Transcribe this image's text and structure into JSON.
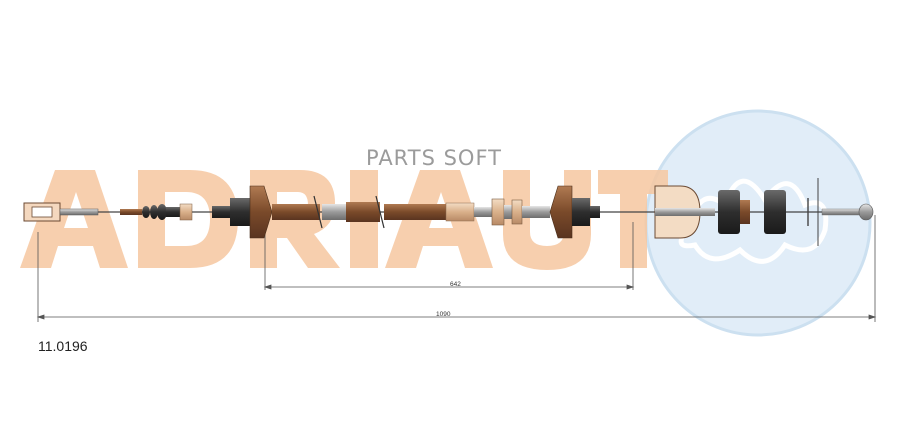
{
  "brand": {
    "logo_text": "ADRIAUTO",
    "watermark": "PARTS SOFT",
    "logo_color": "#f7c9a3",
    "seal_color": "#cfe3f4"
  },
  "part": {
    "number": "11.0196"
  },
  "dimensions": {
    "inner": "642",
    "overall": "1090"
  },
  "colors": {
    "housing_brown": "#8b5e3c",
    "rubber_dark": "#3b3b3b",
    "steel_grey": "#9a9a9a",
    "sleeve_tan": "#e2c1a1"
  },
  "icons": [
    "fork-end-icon",
    "boot-icon",
    "bracket-icon",
    "adjuster-nut-icon",
    "pin-end-icon"
  ]
}
